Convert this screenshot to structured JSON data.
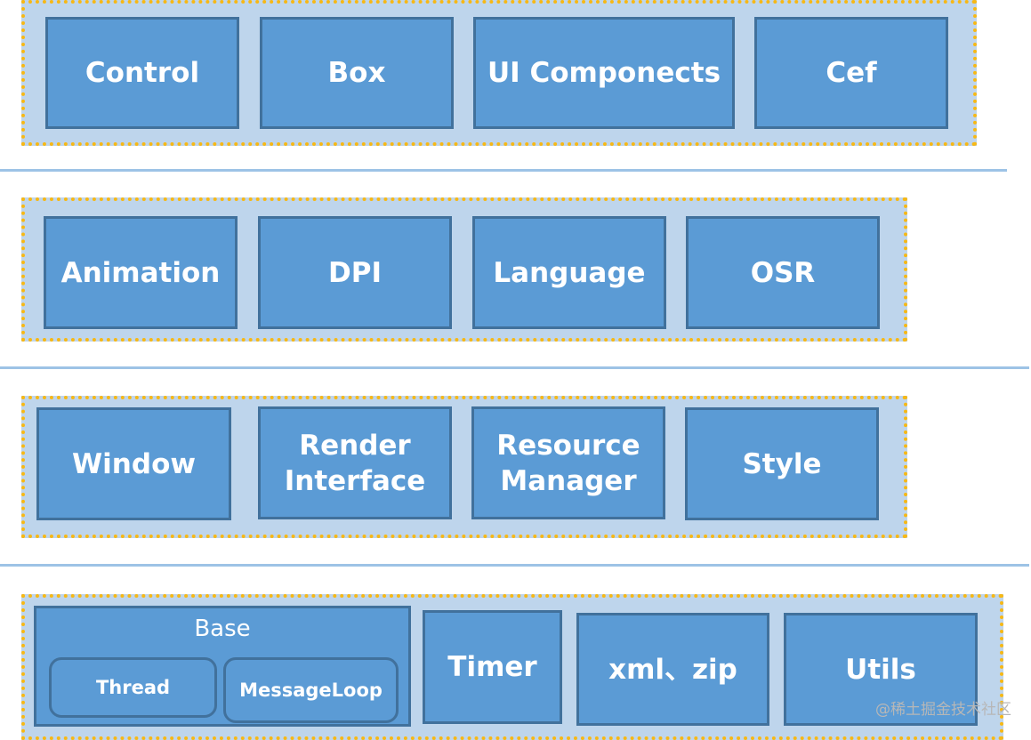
{
  "layers": [
    {
      "boxes": [
        "Control",
        "Box",
        "UI Componects",
        "Cef"
      ]
    },
    {
      "boxes": [
        "Animation",
        "DPI",
        "Language",
        "OSR"
      ]
    },
    {
      "boxes": [
        "Window",
        "Render\nInterface",
        "Resource\nManager",
        "Style"
      ]
    },
    {
      "base": {
        "title": "Base",
        "items": [
          "Thread",
          "MessageLoop"
        ]
      },
      "boxes": [
        "Timer",
        "xml、zip",
        "Utils"
      ]
    }
  ],
  "watermark": "@稀土掘金技术社区",
  "colors": {
    "box_fill": "#5b9bd5",
    "box_border": "#41719c",
    "layer_fill": "#bed5ec",
    "layer_border": "#f7b815",
    "separator": "#9dc3e6"
  }
}
